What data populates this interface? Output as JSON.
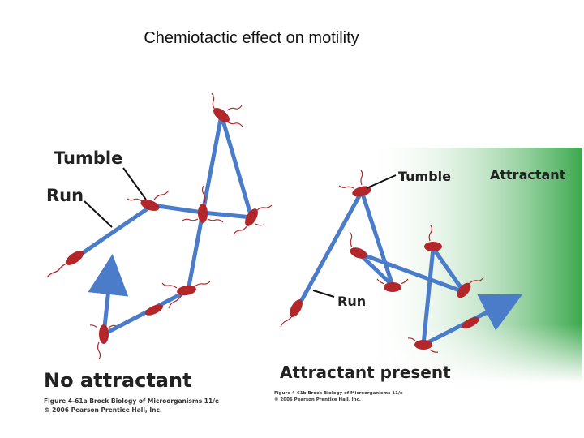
{
  "slide": {
    "title": "Chemiotactic effect on motility"
  },
  "panel_a": {
    "label_tumble": "Tumble",
    "label_run": "Run",
    "caption": "No attractant",
    "credit_line1": "Figure 4-61a Brock Biology of Microorganisms 11/e",
    "credit_line2": "© 2006 Pearson Prentice Hall, Inc."
  },
  "panel_b": {
    "label_tumble": "Tumble",
    "label_run": "Run",
    "label_attractant": "Attractant",
    "caption": "Attractant present",
    "credit_line1": "Figure 4-61b Brock Biology of Microorganisms 11/e",
    "credit_line2": "© 2006 Pearson Prentice Hall, Inc."
  },
  "colors": {
    "path": "#4a7cc9",
    "bacterium": "#b3262a",
    "gradient_start": "#ffffff",
    "gradient_end": "#3aa84c"
  }
}
